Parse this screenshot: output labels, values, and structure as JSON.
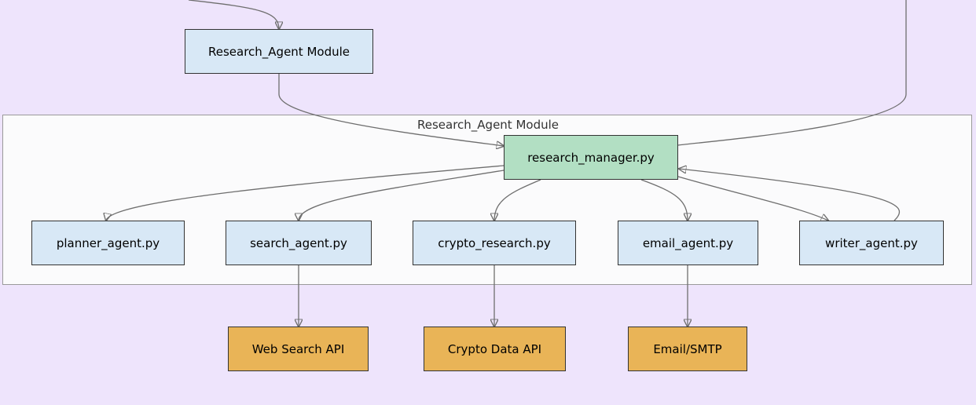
{
  "colors": {
    "background": "#eee4fc",
    "module_fill": "#d8e8f6",
    "manager_fill": "#b2dfc3",
    "api_fill": "#e9b457",
    "cluster_fill": "#fbfbfc",
    "edge": "#6e6e6e"
  },
  "diagram": {
    "cluster_label": "Research_Agent Module",
    "nodes": {
      "top_module": "Research_Agent Module",
      "manager": "research_manager.py",
      "planner": "planner_agent.py",
      "search": "search_agent.py",
      "crypto": "crypto_research.py",
      "email": "email_agent.py",
      "writer": "writer_agent.py",
      "web_api": "Web Search API",
      "crypto_api": "Crypto Data API",
      "smtp": "Email/SMTP"
    },
    "edges": [
      {
        "from": "(offscreen)",
        "to": "top_module"
      },
      {
        "from": "top_module",
        "to": "manager"
      },
      {
        "from": "(offscreen)",
        "to": "manager"
      },
      {
        "from": "manager",
        "to": "planner"
      },
      {
        "from": "manager",
        "to": "search"
      },
      {
        "from": "manager",
        "to": "crypto"
      },
      {
        "from": "manager",
        "to": "email"
      },
      {
        "from": "manager",
        "to": "writer"
      },
      {
        "from": "writer",
        "to": "manager"
      },
      {
        "from": "search",
        "to": "web_api"
      },
      {
        "from": "crypto",
        "to": "crypto_api"
      },
      {
        "from": "email",
        "to": "smtp"
      }
    ]
  }
}
